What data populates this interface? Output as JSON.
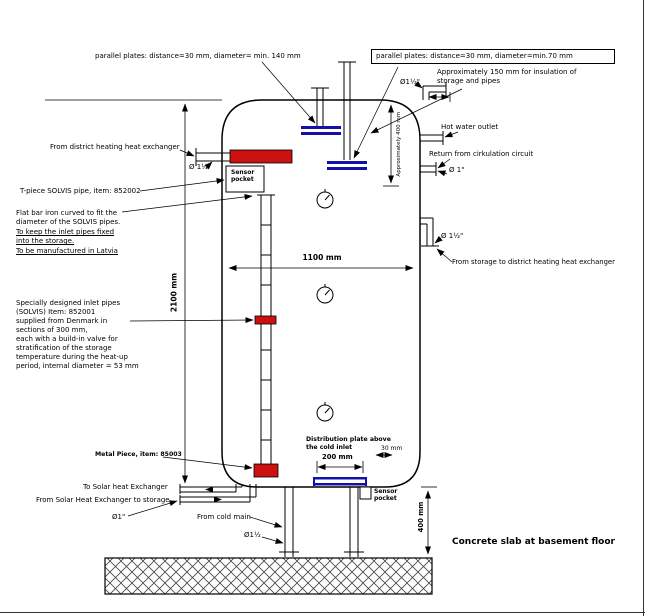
{
  "colors": {
    "red": "#cc1111",
    "blue": "#1111aa",
    "line": "#000000"
  },
  "labels": {
    "parallel_plates_left": "parallel plates: distance=30 mm, diameter= min. 140 mm",
    "parallel_plates_right": "parallel plates: distance=30 mm, diameter=min.70 mm",
    "dia_vent": "Ø1½\"",
    "hot_water_outlet": "Hot water outlet",
    "return_circulation": "Return from cirkulation circuit",
    "dia_return": "Ø 1\"",
    "from_district": "From district heating heat exchanger",
    "dia_district": "Ø 1½\"",
    "sensor_pocket_top": "Sensor\npocket",
    "t_piece": "T-piece SOLVIS  pipe, item: 852002",
    "dia_storage_out": "Ø 1½\"",
    "from_storage_to_district": "From storage to district heating heat exchanger",
    "metal_piece": "Metal Piece, item: 85003",
    "distribution_plate": "Distribution plate above\nthe cold inlet",
    "to_solar": "To Solar heat Exchanger",
    "from_solar": "From Solar Heat Exchanger to storage",
    "dia_solar": "Ø1\"",
    "from_cold_main": "From cold main",
    "dia_cold": "Ø1½",
    "sensor_pocket_bottom": "Sensor\npocket",
    "concrete_slab": "Concrete slab at basement floor"
  },
  "notes": {
    "insulation": "Approximately 150 mm for insulation of\nstorage and pipes",
    "flat_bar_1": "Flat bar iron curved to fit the\ndiameter of the SOLVIS pipes.",
    "flat_bar_2": "To keep the inlet pipes fixed\ninto the storage.",
    "flat_bar_3": "To be manufactured in Latvia",
    "inlet_pipes": "Specially designed inlet pipes\n(SOLVIS) Item: 852001\nsupplied from Denmark in\nsections of 300 mm,\neach with a build-in valve for\nstratification of the storage\ntemperature during the heat-up\nperiod, internal diameter = 53 mm"
  },
  "dimensions": {
    "tank_width": "1100 mm",
    "tank_height": "2100 mm",
    "top_approx": "Approximately 400 mm",
    "plate_gap": "30 mm",
    "plate_width": "200 mm",
    "floor_clearance": "400 mm"
  }
}
